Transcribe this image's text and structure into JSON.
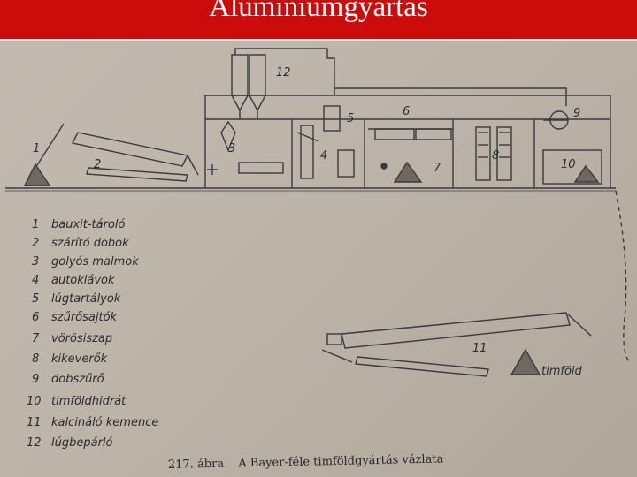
{
  "title": "Alumíniumgyártás",
  "diagram_labels": {
    "n1": "1",
    "n2": "2",
    "n3": "3",
    "n4": "4",
    "n5": "5",
    "n6": "6",
    "n7": "7",
    "n8": "8",
    "n9": "9",
    "n10": "10",
    "n11": "11",
    "n12": "12",
    "timfold": "timföld"
  },
  "legend": [
    {
      "num": "1",
      "text": "bauxit-tároló"
    },
    {
      "num": "2",
      "text": "szárító dobok"
    },
    {
      "num": "3",
      "text": "golyós malmok"
    },
    {
      "num": "4",
      "text": "autoklávok"
    },
    {
      "num": "5",
      "text": "lúgtartályok"
    },
    {
      "num": "6",
      "text": "szűrősajtók"
    },
    {
      "num": "7",
      "text": "vörösiszap"
    },
    {
      "num": "8",
      "text": "kikeverők"
    },
    {
      "num": "9",
      "text": "dobszűrő"
    },
    {
      "num": "10",
      "text": "timföldhidrát"
    },
    {
      "num": "11",
      "text": "kalcináló kemence"
    },
    {
      "num": "12",
      "text": "lúgbepárló"
    }
  ],
  "caption": {
    "figure_no": "217. ábra.",
    "text": "A Bayer-féle timföldgyártás vázlata"
  }
}
